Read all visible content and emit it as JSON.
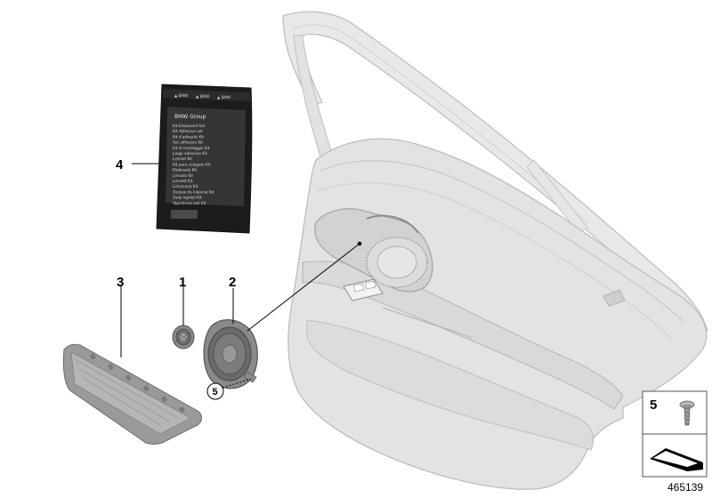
{
  "diagram": {
    "id_number": "465139",
    "callouts": {
      "c1": "1",
      "c2": "2",
      "c3": "3",
      "c4": "4",
      "c5_circled": "5",
      "legend_5": "5"
    },
    "kit_bag": {
      "brand_header": "BMW Group",
      "lines": [
        "Kit-Einbauteil Set",
        "Kit Adhesive set",
        "Kit d'adhesifs Kit",
        "Set adhesivo Kit",
        "Kit di montaggio Kit",
        "Juego adhesivo Kit",
        "Lijmset Kit",
        "Kit para colagem Kit",
        "Klebesatz Kit",
        "Limsats Kit",
        "Limsett Kit",
        "Liimasarja Kit",
        "Zestaw do klejenia Kit",
        "Sada lepidel Kit",
        "Yapistirma seti Kit"
      ]
    },
    "colors": {
      "door_fill": "#e3e3e3",
      "door_stroke": "#bdbdbd",
      "bag_fill": "#1c1c1c",
      "speaker_fill": "#8a8a8a",
      "grille_fill": "#9a9a9a"
    }
  }
}
